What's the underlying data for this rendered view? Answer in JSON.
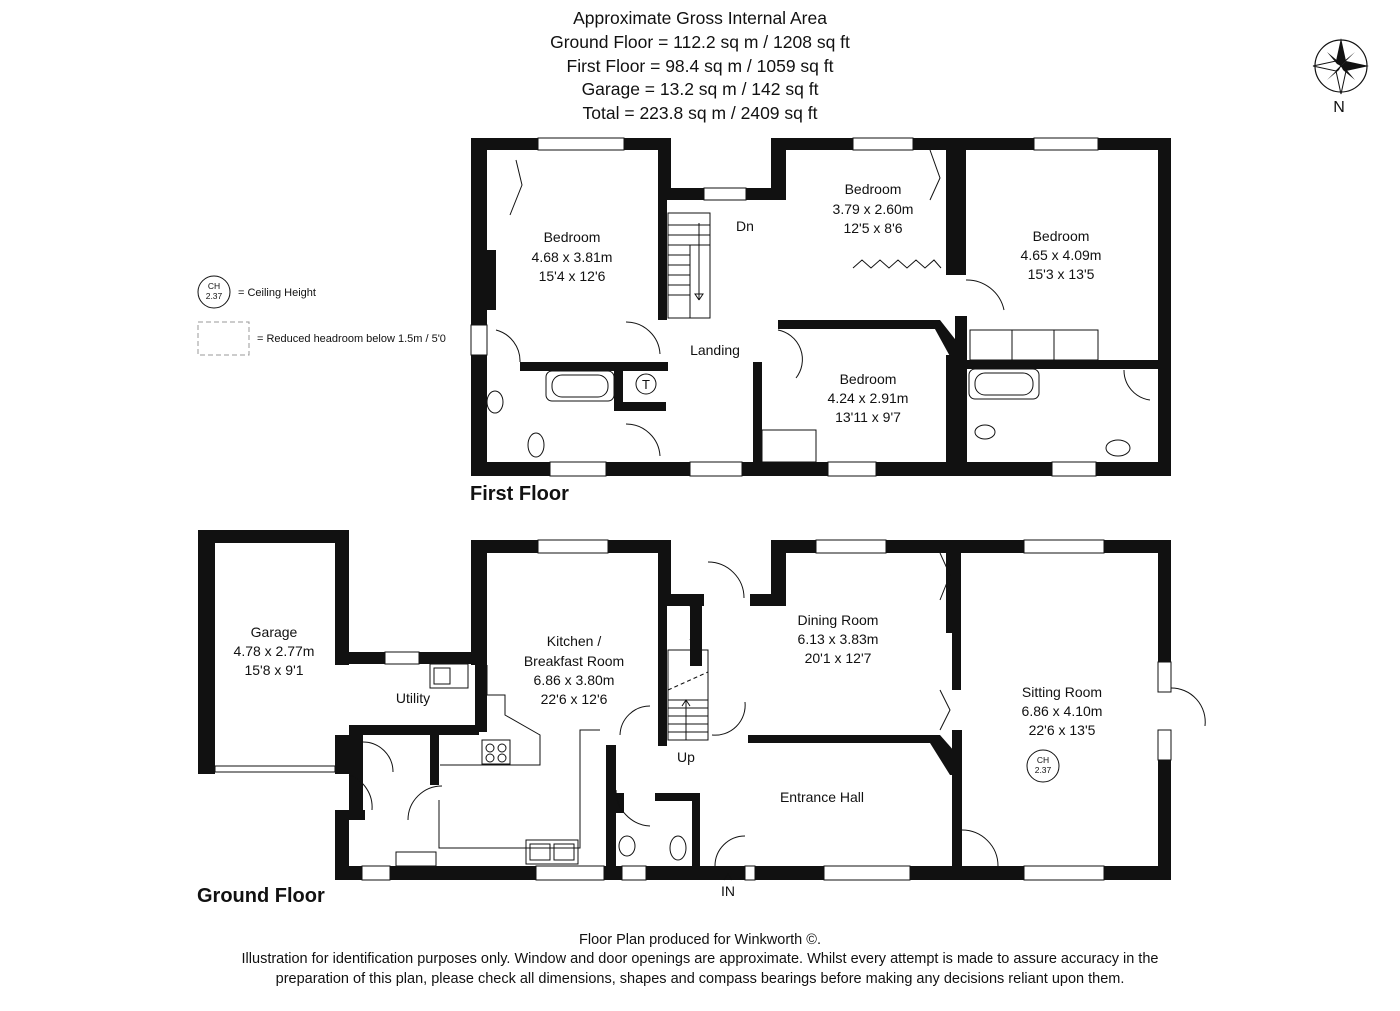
{
  "header": {
    "area_title": "Approximate Gross Internal Area",
    "ground_floor": "Ground Floor = 112.2 sq m / 1208 sq ft",
    "first_floor": "First Floor = 98.4 sq m / 1059 sq ft",
    "garage": "Garage = 13.2 sq m / 142 sq ft",
    "total": "Total = 223.8 sq m / 2409 sq ft"
  },
  "compass": {
    "label": "N"
  },
  "legend": {
    "ch_badge_top": "CH",
    "ch_badge_value": "2.37",
    "ch_label": "= Ceiling Height",
    "reduced_headroom_label": "= Reduced headroom below 1.5m / 5'0"
  },
  "first_floor": {
    "title": "First Floor",
    "bedroom1": {
      "name": "Bedroom",
      "metric": "4.68 x 3.81m",
      "imperial": "15'4 x 12'6"
    },
    "bedroom2": {
      "name": "Bedroom",
      "metric": "3.79 x 2.60m",
      "imperial": "12'5 x 8'6"
    },
    "bedroom3": {
      "name": "Bedroom",
      "metric": "4.65 x 4.09m",
      "imperial": "15'3 x 13'5"
    },
    "bedroom4": {
      "name": "Bedroom",
      "metric": "4.24 x 2.91m",
      "imperial": "13'11 x 9'7"
    },
    "landing": "Landing",
    "stairs_down": "Dn",
    "tank": "T"
  },
  "ground_floor": {
    "title": "Ground Floor",
    "garage": {
      "name": "Garage",
      "metric": "4.78 x 2.77m",
      "imperial": "15'8 x 9'1"
    },
    "utility": "Utility",
    "kitchen": {
      "name_line1": "Kitchen /",
      "name_line2": "Breakfast Room",
      "metric": "6.86 x 3.80m",
      "imperial": "22'6 x 12'6"
    },
    "dining": {
      "name": "Dining Room",
      "metric": "6.13 x 3.83m",
      "imperial": "20'1 x 12'7"
    },
    "sitting": {
      "name": "Sitting Room",
      "metric": "6.86 x 4.10m",
      "imperial": "22'6 x 13'5",
      "ch_top": "CH",
      "ch_value": "2.37"
    },
    "entrance_hall": "Entrance Hall",
    "stairs_up": "Up",
    "entrance": "IN"
  },
  "footer": {
    "line1": "Floor Plan produced for Winkworth ©.",
    "line2": "Illustration for identification purposes only. Window and door openings are approximate. Whilst every attempt is made to assure accuracy in the",
    "line3": "preparation of this plan, please check all dimensions, shapes and compass bearings before making any decisions reliant upon them."
  }
}
